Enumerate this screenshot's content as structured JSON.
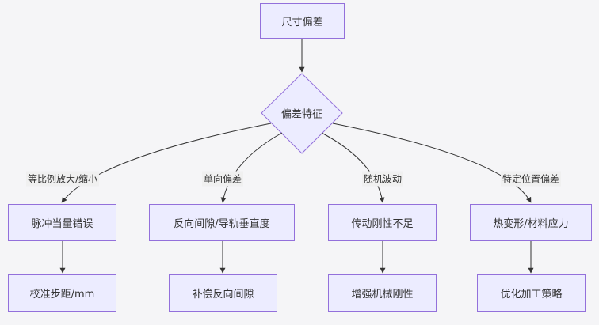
{
  "diagram": {
    "root": {
      "label": "尺寸偏差"
    },
    "decision": {
      "label": "偏差特征"
    },
    "branches": [
      {
        "edge_label": "等比例放大/缩小",
        "cause": "脉冲当量错误",
        "action": "校准步距/mm"
      },
      {
        "edge_label": "单向偏差",
        "cause": "反向间隙/导轨垂直度",
        "action": "补偿反向间隙"
      },
      {
        "edge_label": "随机波动",
        "cause": "传动刚性不足",
        "action": "增强机械刚性"
      },
      {
        "edge_label": "特定位置偏差",
        "cause": "热变形/材料应力",
        "action": "优化加工策略"
      }
    ],
    "colors": {
      "node_fill": "#ececff",
      "node_stroke": "#9370db",
      "edge": "#333333",
      "background": "#f5f5f7"
    }
  }
}
